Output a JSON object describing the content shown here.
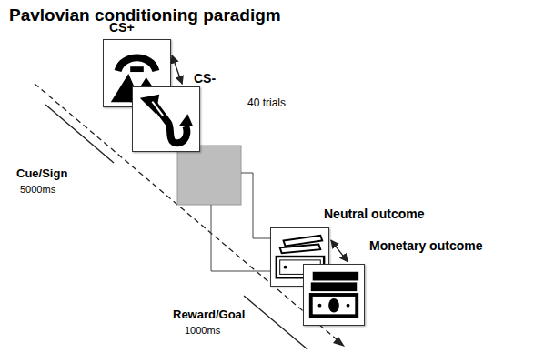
{
  "diagram": {
    "title": "Pavlovian conditioning paradigm",
    "nodes": [
      {
        "text": [
          "CS+"
        ]
      },
      {
        "text": [
          "CS-"
        ]
      },
      {
        "text": [
          "Neutral outcome"
        ]
      },
      {
        "text": [
          "Monetary outcome"
        ]
      }
    ],
    "edges": [
      {
        "from": 0,
        "to": 1,
        "arrow": "both"
      },
      {
        "from": 2,
        "to": 3,
        "arrow": "both"
      }
    ],
    "labels": [
      "40 trials",
      "Cue/Sign",
      "5000ms",
      "Reward/Goal",
      "1000ms"
    ]
  }
}
